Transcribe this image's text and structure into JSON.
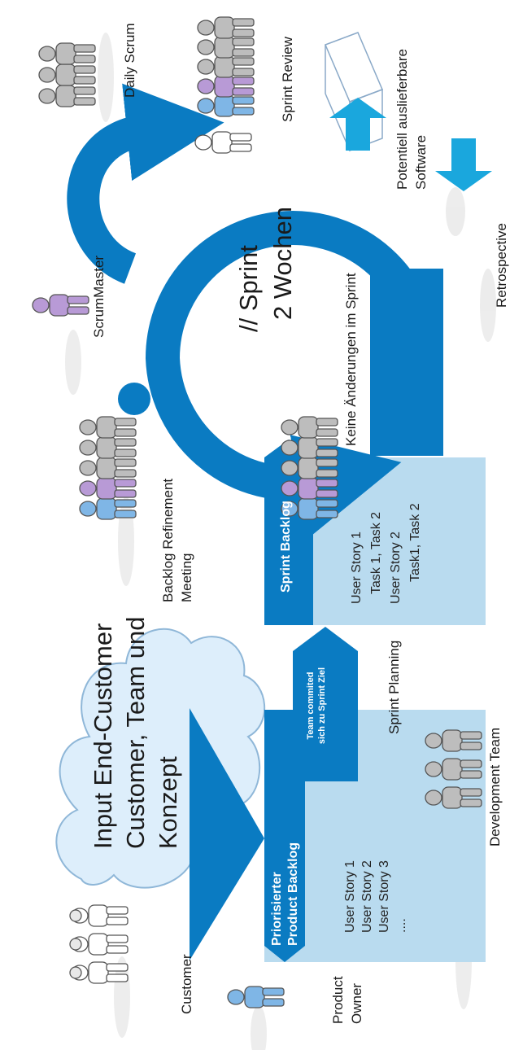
{
  "colors": {
    "primary_blue": "#0a7bc2",
    "light_blue": "#b9dbef",
    "cyan_arrow": "#1aa7dd",
    "purple": "#b89ad6",
    "person_blue": "#7fb6e6",
    "person_grey": "#bdbdbd",
    "cloud": "#d9ecfa"
  },
  "icons": {
    "people": "person-silhouette-icon",
    "box": "wireframe-box-icon",
    "cloud": "cloud-icon",
    "arrow": "cyan-arrow-icon"
  },
  "cloud": {
    "lines": [
      "Input End-Customer",
      "Customer, Team und",
      "Konzept"
    ]
  },
  "product_backlog": {
    "header_lines": [
      "Priorisierter",
      "Product Backlog"
    ],
    "items": [
      "User Story 1",
      "User Story 2",
      "User Story 3",
      "...."
    ]
  },
  "sprint_planning": {
    "arrow_lines": [
      "Team commited",
      "sich zu Sprint Ziel"
    ],
    "label": "Sprint Planning"
  },
  "sprint_backlog": {
    "header": "Sprint Backlog",
    "items": [
      "User Story 1",
      "Task 1, Task 2",
      "User Story 2",
      "Task1, Task 2"
    ]
  },
  "sprint_cycle": {
    "title": "// Sprint",
    "duration": "2 Wochen",
    "note": "Keine Änderungen im Sprint"
  },
  "labels": {
    "customer": "Customer",
    "product_owner": [
      "Product",
      "Owner"
    ],
    "development_team": "Development  Team",
    "backlog_refinement": [
      "Backlog Refinement",
      "Meeting"
    ],
    "scrum_master": "ScrumMaster",
    "daily_scrum": "Daily Scrum",
    "sprint_review": "Sprint Review",
    "retrospective": "Retrospective",
    "software": [
      "Potentiell auslieferbare",
      "Software"
    ]
  }
}
